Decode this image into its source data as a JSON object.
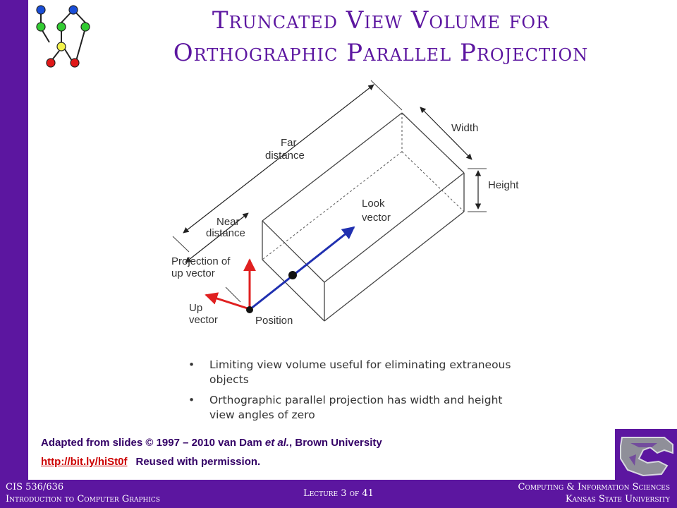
{
  "title": {
    "line1": "Truncated View Volume for",
    "line2": "Orthographic Parallel Projection"
  },
  "diagram": {
    "far_line1": "Far",
    "far_line2": "distance",
    "width": "Width",
    "height": "Height",
    "near_line1": "Near",
    "near_line2": "distance",
    "look_line1": "Look",
    "look_line2": "vector",
    "proj_line1": "Projection of",
    "proj_line2": "up vector",
    "up_line1": "Up",
    "up_line2": "vector",
    "position": "Position"
  },
  "bullets": [
    "Limiting view volume useful for eliminating extraneous objects",
    "Orthographic parallel projection has width and height view angles of zero"
  ],
  "credit": {
    "line1_pre": "Adapted from slides © 1997 – 2010 van Dam ",
    "line1_em": "et al.",
    "line1_post": ", Brown University",
    "link": "http://bit.ly/hiSt0f",
    "line2_post": "Reused with permission."
  },
  "footer": {
    "left_line1": "CIS 536/636",
    "left_line2": "Introduction to Computer Graphics",
    "center": "Lecture 3 of 41",
    "right_line1": "Computing & Information Sciences",
    "right_line2": "Kansas State University"
  },
  "colors": {
    "brand_purple": "#5c16a0",
    "up_vector_red": "#e02020",
    "look_vector_blue": "#2030b0"
  }
}
